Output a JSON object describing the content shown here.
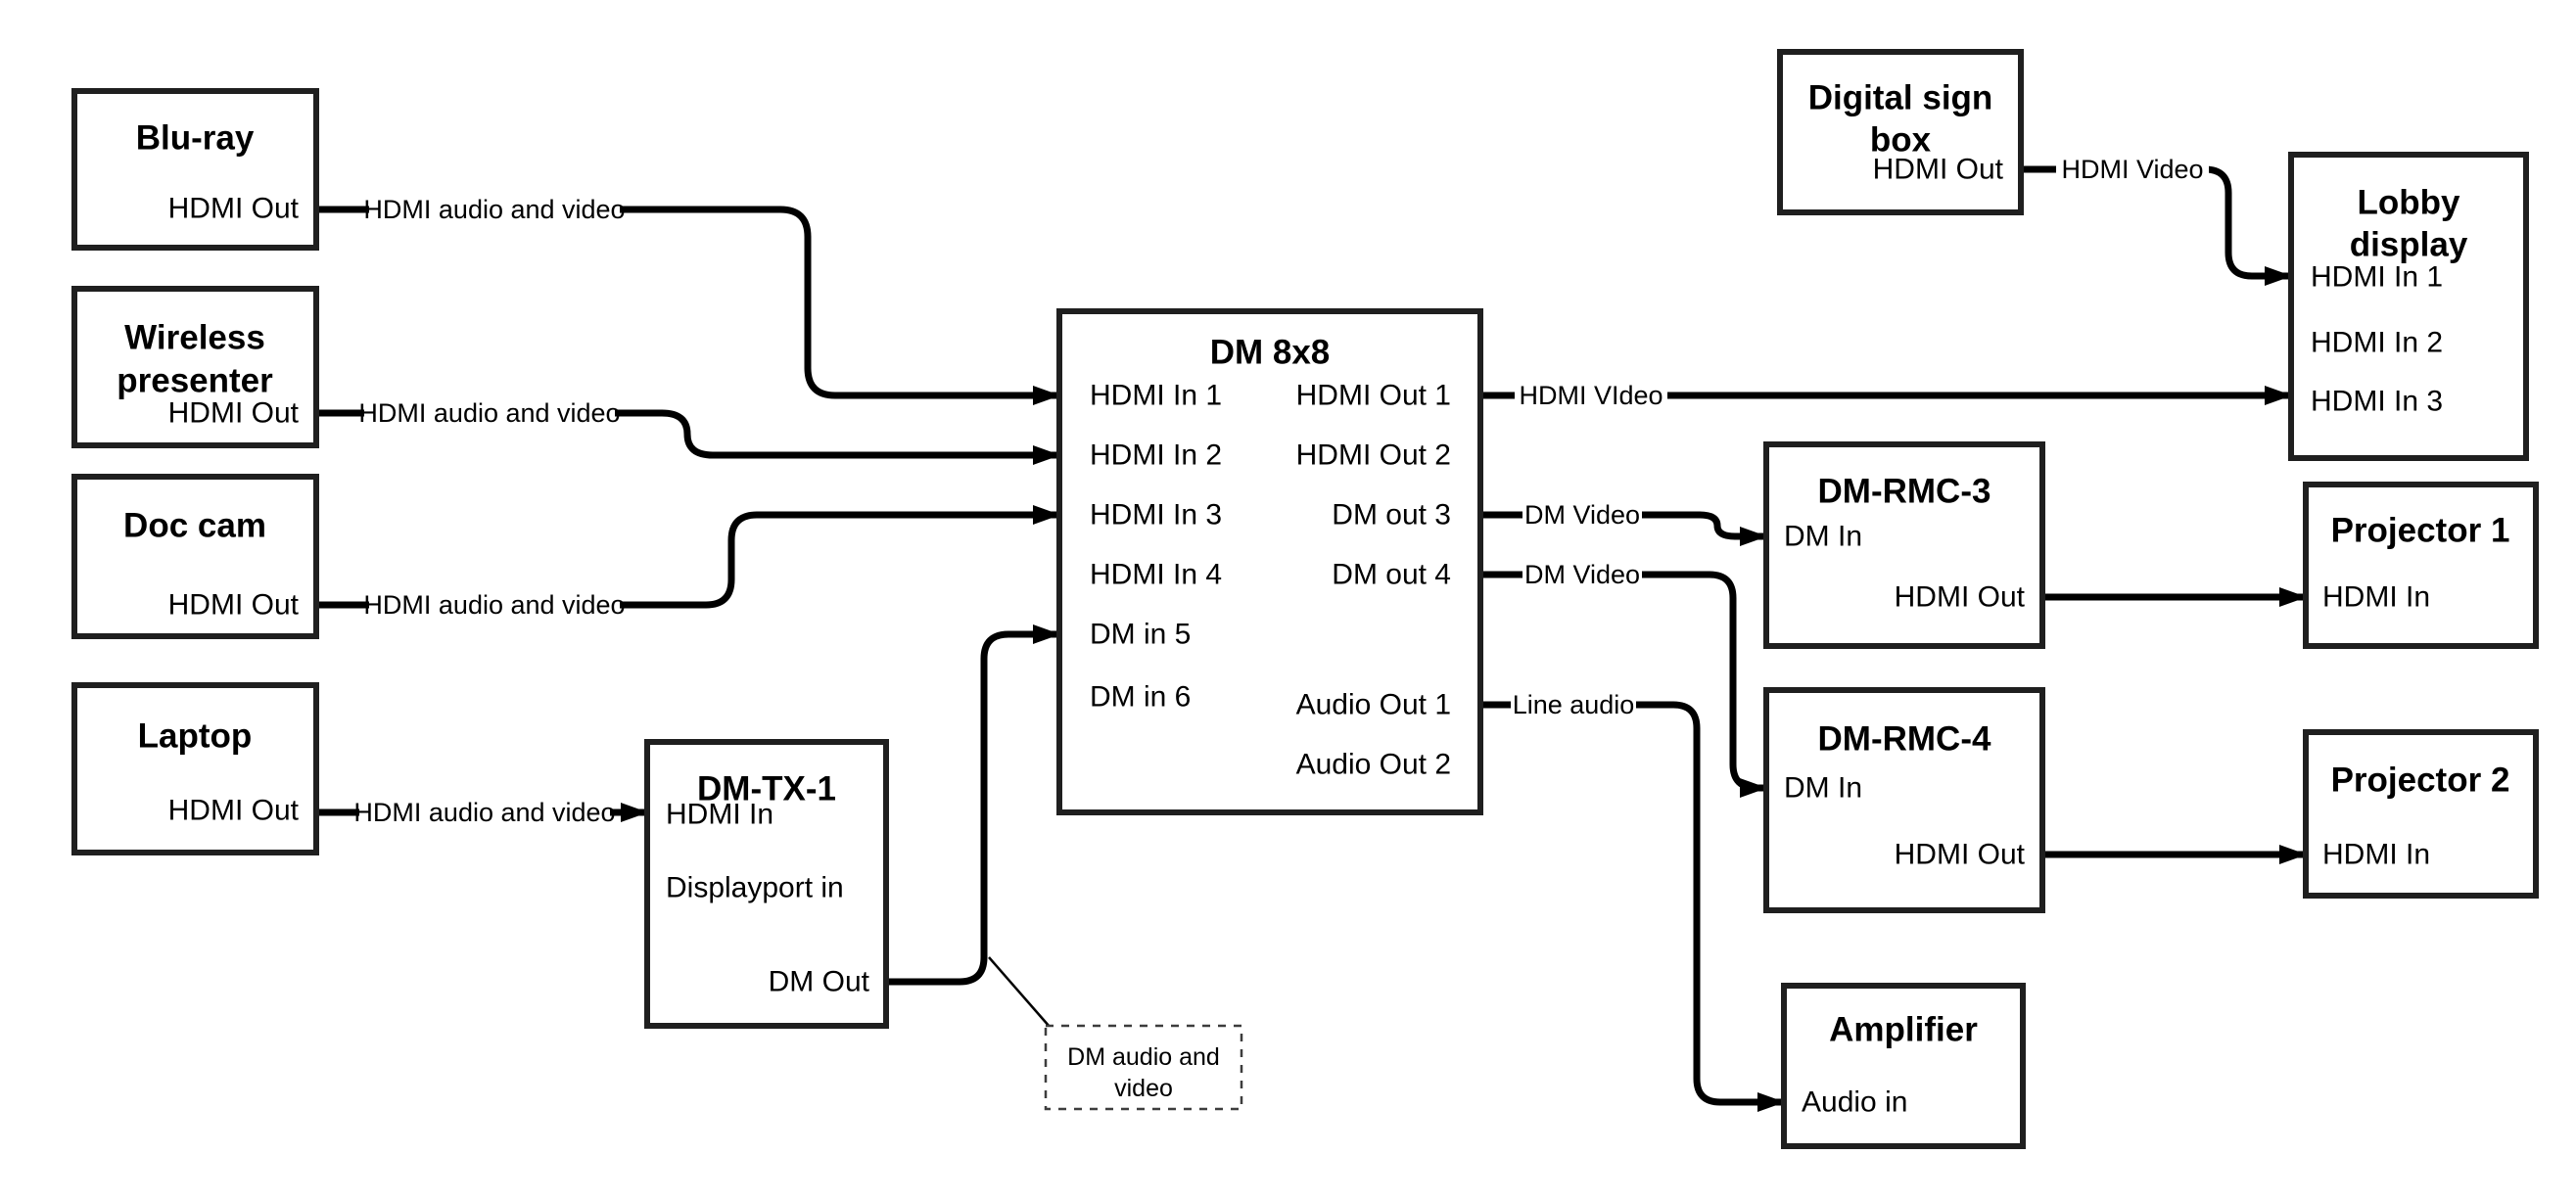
{
  "diagram": {
    "type": "av-signal-flow-diagram",
    "background_color": "#ffffff",
    "wire_color": "#000000",
    "box_border_color": "#1f1f1f",
    "text_color": "#000000",
    "annotation_border_color": "#3d3d3d"
  },
  "nodes": {
    "blu_ray": {
      "title": "Blu-ray",
      "ports": {
        "hdmi_out": "HDMI Out"
      }
    },
    "wireless_presenter": {
      "title": "Wireless presenter",
      "title_lines": [
        "Wireless",
        "presenter"
      ],
      "ports": {
        "hdmi_out": "HDMI Out"
      }
    },
    "doc_cam": {
      "title": "Doc cam",
      "ports": {
        "hdmi_out": "HDMI Out"
      }
    },
    "laptop": {
      "title": "Laptop",
      "ports": {
        "hdmi_out": "HDMI Out"
      }
    },
    "dm_tx_1": {
      "title": "DM-TX-1",
      "ports": {
        "hdmi_in": "HDMI In",
        "displayport_in": "Displayport in",
        "dm_out": "DM Out"
      }
    },
    "dm_8x8": {
      "title": "DM 8x8",
      "ports": {
        "hdmi_in_1": "HDMI In 1",
        "hdmi_in_2": "HDMI In 2",
        "hdmi_in_3": "HDMI In 3",
        "hdmi_in_4": "HDMI In 4",
        "dm_in_5": "DM in 5",
        "dm_in_6": "DM in 6",
        "hdmi_out_1": "HDMI Out 1",
        "hdmi_out_2": "HDMI Out 2",
        "dm_out_3": "DM out 3",
        "dm_out_4": "DM out 4",
        "audio_out_1": "Audio Out 1",
        "audio_out_2": "Audio Out 2"
      }
    },
    "digital_sign_box": {
      "title": "Digital sign box",
      "title_lines": [
        "Digital sign",
        "box"
      ],
      "ports": {
        "hdmi_out": "HDMI Out"
      }
    },
    "lobby_display": {
      "title": "Lobby display",
      "title_lines": [
        "Lobby",
        "display"
      ],
      "ports": {
        "hdmi_in_1": "HDMI In 1",
        "hdmi_in_2": "HDMI In 2",
        "hdmi_in_3": "HDMI In 3"
      }
    },
    "dm_rmc_3": {
      "title": "DM-RMC-3",
      "ports": {
        "dm_in": "DM In",
        "hdmi_out": "HDMI Out"
      }
    },
    "projector_1": {
      "title": "Projector 1",
      "ports": {
        "hdmi_in": "HDMI In"
      }
    },
    "dm_rmc_4": {
      "title": "DM-RMC-4",
      "ports": {
        "dm_in": "DM In",
        "hdmi_out": "HDMI Out"
      }
    },
    "projector_2": {
      "title": "Projector 2",
      "ports": {
        "hdmi_in": "HDMI In"
      }
    },
    "amplifier": {
      "title": "Amplifier",
      "ports": {
        "audio_in": "Audio in"
      }
    }
  },
  "edges": [
    {
      "from": "blu_ray.hdmi_out",
      "to": "dm_8x8.hdmi_in_1",
      "label": "HDMI audio and video"
    },
    {
      "from": "wireless_presenter.hdmi_out",
      "to": "dm_8x8.hdmi_in_2",
      "label": "HDMI audio and video"
    },
    {
      "from": "doc_cam.hdmi_out",
      "to": "dm_8x8.hdmi_in_3",
      "label": "HDMI audio and video"
    },
    {
      "from": "laptop.hdmi_out",
      "to": "dm_tx_1.hdmi_in",
      "label": "HDMI audio and video"
    },
    {
      "from": "dm_tx_1.dm_out",
      "to": "dm_8x8.dm_in_5",
      "label": ""
    },
    {
      "from": "dm_8x8.hdmi_out_1",
      "to": "lobby_display.hdmi_in_3",
      "label": "HDMI VIdeo"
    },
    {
      "from": "dm_8x8.dm_out_3",
      "to": "dm_rmc_3.dm_in",
      "label": "DM Video"
    },
    {
      "from": "dm_8x8.dm_out_4",
      "to": "dm_rmc_4.dm_in",
      "label": "DM Video"
    },
    {
      "from": "dm_8x8.audio_out_1",
      "to": "amplifier.audio_in",
      "label": "Line audio"
    },
    {
      "from": "digital_sign_box.hdmi_out",
      "to": "lobby_display.hdmi_in_1",
      "label": "HDMI Video"
    },
    {
      "from": "dm_rmc_3.hdmi_out",
      "to": "projector_1.hdmi_in",
      "label": ""
    },
    {
      "from": "dm_rmc_4.hdmi_out",
      "to": "projector_2.hdmi_in",
      "label": ""
    }
  ],
  "annotation": {
    "text": "DM audio and video",
    "lines": [
      "DM audio and",
      "video"
    ],
    "attached_to": "dm_tx_1.dm_out wire"
  }
}
